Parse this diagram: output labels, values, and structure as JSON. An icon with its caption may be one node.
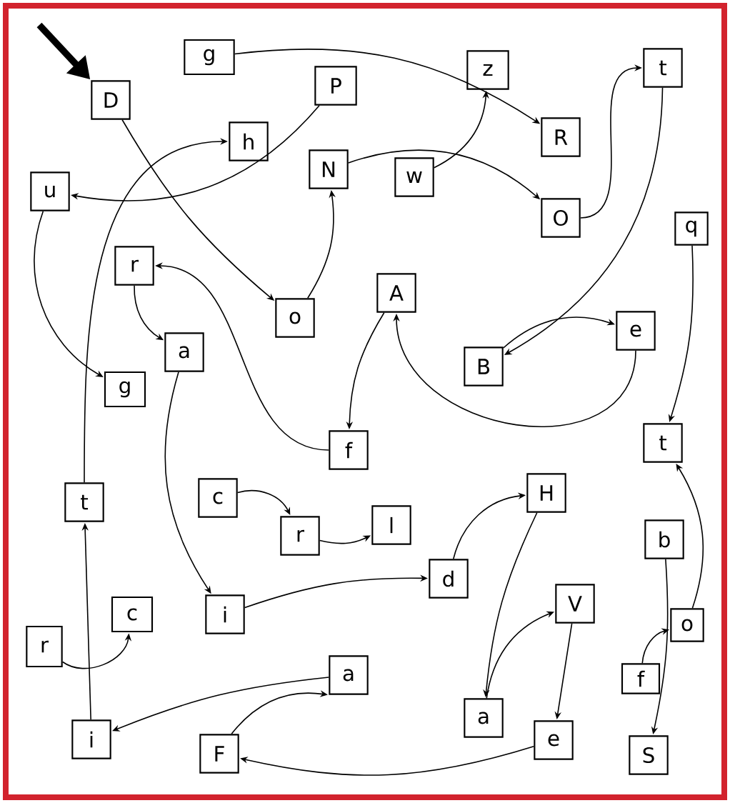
{
  "diagram": {
    "nodes": [
      {
        "text": [
          "D"
        ]
      },
      {
        "text": [
          "g"
        ]
      },
      {
        "text": [
          "P"
        ]
      },
      {
        "text": [
          "h"
        ]
      },
      {
        "text": [
          "z"
        ]
      },
      {
        "text": [
          "t"
        ]
      },
      {
        "text": [
          "N"
        ]
      },
      {
        "text": [
          "w"
        ]
      },
      {
        "text": [
          "R"
        ]
      },
      {
        "text": [
          "u"
        ]
      },
      {
        "text": [
          "O"
        ]
      },
      {
        "text": [
          "q"
        ]
      },
      {
        "text": [
          "r"
        ]
      },
      {
        "text": [
          "o"
        ]
      },
      {
        "text": [
          "A"
        ]
      },
      {
        "text": [
          "a"
        ]
      },
      {
        "text": [
          "e"
        ]
      },
      {
        "text": [
          "B"
        ]
      },
      {
        "text": [
          "g"
        ]
      },
      {
        "text": [
          "f"
        ]
      },
      {
        "text": [
          "t"
        ]
      },
      {
        "text": [
          "t"
        ]
      },
      {
        "text": [
          "c"
        ]
      },
      {
        "text": [
          "H"
        ]
      },
      {
        "text": [
          "r"
        ]
      },
      {
        "text": [
          "l"
        ]
      },
      {
        "text": [
          "b"
        ]
      },
      {
        "text": [
          "d"
        ]
      },
      {
        "text": [
          "i"
        ]
      },
      {
        "text": [
          "V"
        ]
      },
      {
        "text": [
          "c"
        ]
      },
      {
        "text": [
          "r"
        ]
      },
      {
        "text": [
          "o"
        ]
      },
      {
        "text": [
          "a"
        ]
      },
      {
        "text": [
          "f"
        ]
      },
      {
        "text": [
          "a"
        ]
      },
      {
        "text": [
          "i"
        ]
      },
      {
        "text": [
          "e"
        ]
      },
      {
        "text": [
          "F"
        ]
      },
      {
        "text": [
          "S"
        ]
      }
    ],
    "edges": [
      {
        "from": null,
        "to": 0,
        "arrow": "to",
        "style": "thick"
      },
      {
        "from": 0,
        "to": 13,
        "arrow": "to"
      },
      {
        "from": 13,
        "to": 6,
        "arrow": "to"
      },
      {
        "from": 6,
        "to": 10,
        "arrow": "to"
      },
      {
        "from": 10,
        "to": 5,
        "arrow": "to"
      },
      {
        "from": 5,
        "to": 17,
        "arrow": "to"
      },
      {
        "from": 17,
        "to": 16,
        "arrow": "to"
      },
      {
        "from": 16,
        "to": 14,
        "arrow": "to"
      },
      {
        "from": 14,
        "to": 19,
        "arrow": "to"
      },
      {
        "from": 19,
        "to": 12,
        "arrow": "to"
      },
      {
        "from": 12,
        "to": 15,
        "arrow": "to"
      },
      {
        "from": 15,
        "to": 28,
        "arrow": "to"
      },
      {
        "from": 28,
        "to": 27,
        "arrow": "to"
      },
      {
        "from": 27,
        "to": 23,
        "arrow": "to"
      },
      {
        "from": 23,
        "to": 35,
        "arrow": "to"
      },
      {
        "from": 35,
        "to": 29,
        "arrow": "to"
      },
      {
        "from": 29,
        "to": 37,
        "arrow": "to"
      },
      {
        "from": 37,
        "to": 38,
        "arrow": "to"
      },
      {
        "from": 38,
        "to": 33,
        "arrow": "to"
      },
      {
        "from": 33,
        "to": 36,
        "arrow": "to"
      },
      {
        "from": 36,
        "to": 21,
        "arrow": "to"
      },
      {
        "from": 21,
        "to": 3,
        "arrow": "to"
      },
      {
        "from": 1,
        "to": 8,
        "arrow": "to"
      },
      {
        "from": 2,
        "to": 9,
        "arrow": "to"
      },
      {
        "from": 7,
        "to": 4,
        "arrow": "to"
      },
      {
        "from": 9,
        "to": 18,
        "arrow": "to"
      },
      {
        "from": 11,
        "to": 20,
        "arrow": "to"
      },
      {
        "from": 22,
        "to": 24,
        "arrow": "to"
      },
      {
        "from": 24,
        "to": 25,
        "arrow": "to"
      },
      {
        "from": 31,
        "to": 30,
        "arrow": "to"
      },
      {
        "from": 26,
        "to": 39,
        "arrow": "to"
      },
      {
        "from": 34,
        "to": 32,
        "arrow": "to"
      },
      {
        "from": 32,
        "to": 20,
        "arrow": "to"
      }
    ]
  }
}
